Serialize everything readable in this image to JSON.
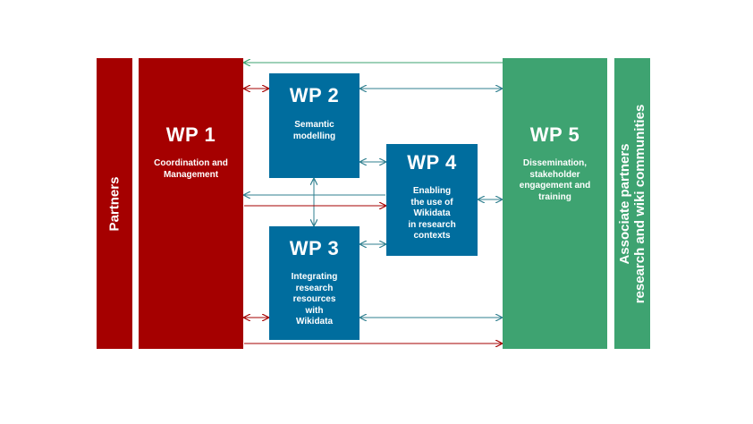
{
  "partners": {
    "label": "Partners"
  },
  "wp1": {
    "title": "WP 1",
    "subtitle": [
      "Coordination and",
      "Management"
    ]
  },
  "wp2": {
    "title": "WP 2",
    "subtitle": [
      "Semantic",
      "modelling"
    ]
  },
  "wp3": {
    "title": "WP 3",
    "subtitle": [
      "Integrating",
      "research",
      "resources",
      "with",
      "Wikidata"
    ]
  },
  "wp4": {
    "title": "WP 4",
    "subtitle": [
      "Enabling",
      "the use of",
      "Wikidata",
      "in research",
      "contexts"
    ]
  },
  "wp5": {
    "title": "WP 5",
    "subtitle": [
      "Dissemination,",
      "stakeholder",
      "engagement and",
      "training"
    ]
  },
  "associate": {
    "label_line1": "Associate partners",
    "label_line2": "research and wiki communities"
  },
  "colors": {
    "red": "#a50000",
    "green": "#3ea371",
    "blue": "#006d9e",
    "blue_arrow": "#2f7f8f"
  }
}
